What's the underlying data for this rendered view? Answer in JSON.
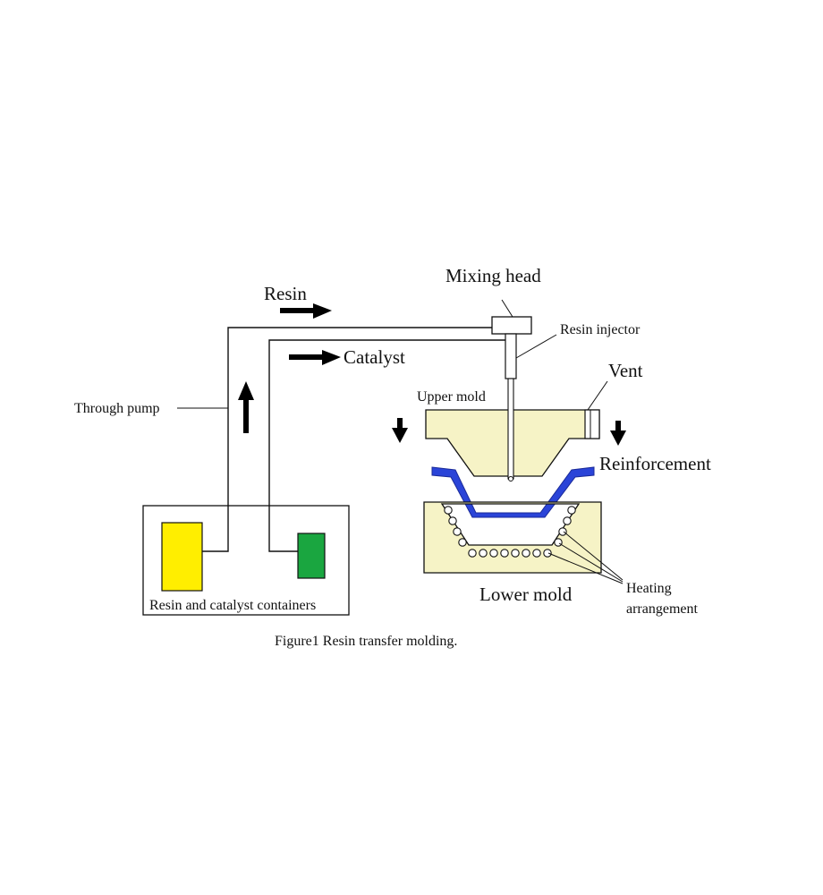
{
  "labels": {
    "mixing_head": "Mixing head",
    "resin": "Resin",
    "resin_injector": "Resin injector",
    "catalyst": "Catalyst",
    "vent": "Vent",
    "upper_mold": "Upper mold",
    "through_pump": "Through pump",
    "reinforcement": "Reinforcement",
    "containers": "Resin and catalyst containers",
    "lower_mold": "Lower mold",
    "heating_line1": "Heating",
    "heating_line2": "arrangement"
  },
  "caption": "Figure1 Resin transfer molding.",
  "colors": {
    "resin_container": "#ffee00",
    "catalyst_container": "#1aa640",
    "mold_fill": "#f6f3c6",
    "reinforcement": "#2a44d8",
    "line": "#111111"
  }
}
